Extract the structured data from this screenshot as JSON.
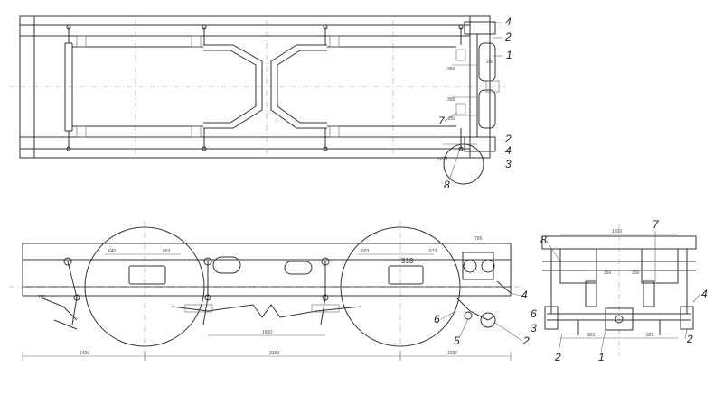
{
  "callouts": {
    "top": {
      "c4a": "4",
      "c2a": "2",
      "c1": "1",
      "c7": "7",
      "c2b": "2",
      "c4b": "4",
      "c3": "3",
      "c8": "8"
    },
    "side": {
      "c4": "4",
      "c6": "6",
      "c5": "5",
      "c2": "2"
    },
    "end": {
      "c8": "8",
      "c7": "7",
      "c4": "4",
      "c6": "6",
      "c3": "3",
      "c2a": "2",
      "c1": "1",
      "c2b": "2"
    }
  },
  "dimensions": {
    "d1450": "1450",
    "d3150": "3150",
    "d1267": "1267",
    "d1600": "1600",
    "d1600e": "1600",
    "d925a": "925",
    "d925b": "925",
    "d350a": "350",
    "d350b": "350",
    "d250": "250",
    "d765": "765",
    "d640": "640",
    "d663": "663",
    "d693": "693",
    "d673": "673"
  },
  "handwritten": "313"
}
